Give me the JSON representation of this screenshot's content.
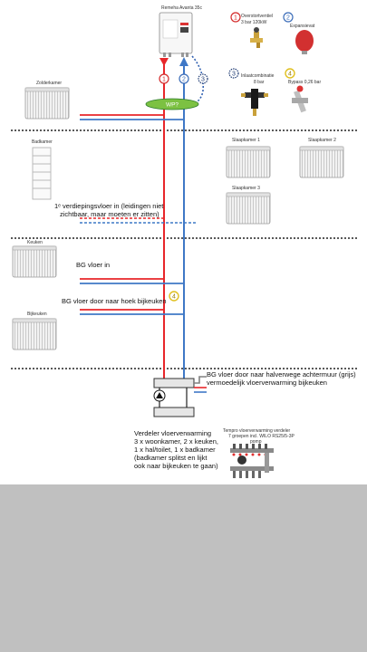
{
  "boiler": {
    "label": "Remeha Avanta 35c"
  },
  "legend": [
    {
      "num": "1",
      "text": "Overstortventiel\n3 bar 120kW",
      "color": "#d42a2a"
    },
    {
      "num": "2",
      "text": "Expansievat",
      "color": "#3a6cb8"
    },
    {
      "num": "3",
      "text": "Inlaatcombinatie\n8 bar",
      "color": "#1f3b73"
    },
    {
      "num": "4",
      "text": "Bypass 0,26 bar",
      "color": "#e0c020"
    }
  ],
  "pipe_markers": {
    "m1": "1",
    "m2": "2",
    "m3": "3",
    "m4": "4"
  },
  "wp": {
    "label": "WP?"
  },
  "rooms": {
    "zolderkamer": "Zolderkamer",
    "badkamer": "Badkamer",
    "slaapkamer1": "Slaapkamer 1",
    "slaapkamer2": "Slaapkamer 2",
    "slaapkamer3": "Slaapkamer 3",
    "keuken": "Keuken",
    "bijkeuken": "Bijkeuken"
  },
  "notes": {
    "verdieping_line1": "1ᵉ verdiepingsvloer in (leidingen niet",
    "verdieping_line2": "zichtbaar, maar moeten er zitten)",
    "bg_vloer_in": "BG vloer in",
    "bg_hoek": "BG vloer door naar hoek bijkeuken",
    "bg_halverwege_line1": "BG vloer door naar halverwege achtermuur (grijs)",
    "bg_halverwege_line2": "vermoedelijk vloerverwarming bijkeuken",
    "verdeler": [
      "Verdeler vloerverwarming",
      "3 x woonkamer, 2 x keuken,",
      "1 x hal/toilet, 1 x badkamer",
      "(badkamer splitst en lijkt",
      "ook naar bijkeuken te gaan)"
    ],
    "tempro": [
      "Tempro vloerverwarming verdeler",
      "7 groepen incl. WILO RS25/5-3P",
      "pomp"
    ]
  },
  "colors": {
    "supply": "#e8262a",
    "return": "#3f78c6",
    "dotted": "#2f5fb0",
    "grey": "#808080",
    "wp_fill": "#7cc142"
  }
}
